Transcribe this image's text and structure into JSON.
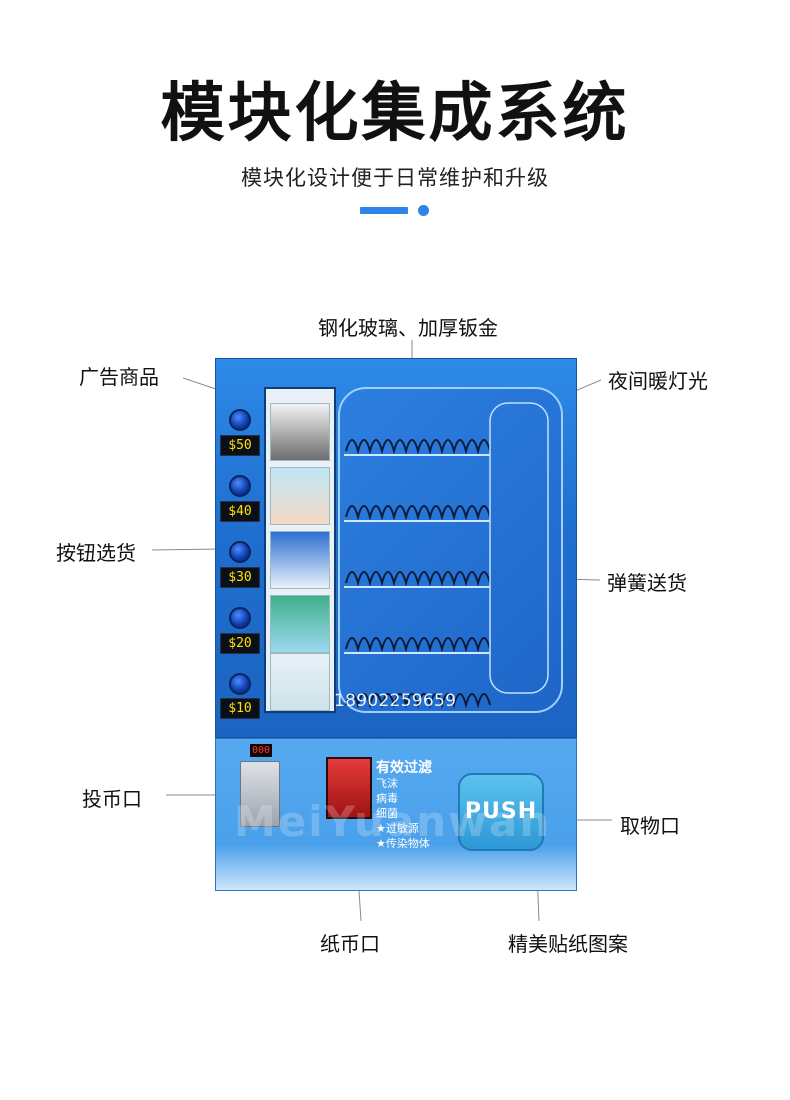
{
  "title": "模块化集成系统",
  "subtitle": "模块化设计便于日常维护和升级",
  "colors": {
    "accent": "#2f83e6",
    "machine_blue": "#1f6fd0"
  },
  "callouts": {
    "glass": "钢化玻璃、加厚钣金",
    "ad": "广告商品",
    "light": "夜间暖灯光",
    "select": "按钮选货",
    "spring": "弹簧送货",
    "coin": "投币口",
    "pickup": "取物口",
    "bill": "纸币口",
    "sticker": "精美贴纸图案"
  },
  "machine": {
    "prices": [
      "$50",
      "$40",
      "$30",
      "$20",
      "$10"
    ],
    "phone": "18902259659",
    "counter": "000",
    "push_label": "PUSH",
    "shield": {
      "heading": "有效过滤",
      "items": [
        "飞沫",
        "病毒",
        "细菌",
        "★过敏源",
        "★传染物体"
      ]
    },
    "watermark": "MeiYuanwan"
  }
}
